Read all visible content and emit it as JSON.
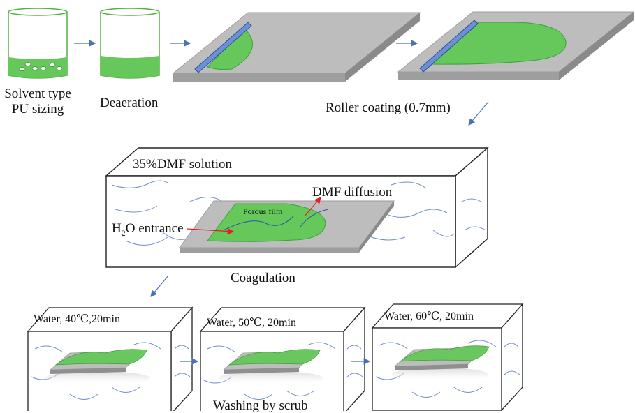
{
  "labels": {
    "solvent_line1": "Solvent type",
    "solvent_line2": "PU sizing",
    "deaeration": "Deaeration",
    "roller_coating": "Roller coating (0.7mm)",
    "dmf_solution": "35%DMF solution",
    "dmf_diffusion": "DMF diffusion",
    "porous_film": "Porous film",
    "h2o_h": "H",
    "h2o_sub": "2",
    "h2o_rest": "O entrance",
    "coagulation": "Coagulation",
    "wash1": "Water, 40℃,20min",
    "wash2": "Water, 50℃, 20min",
    "wash3": "Water, 60℃, 20min",
    "washing": "Washing by scrub"
  },
  "colors": {
    "film_green": "#66c85a",
    "film_stroke": "#3aa23a",
    "plate_top": "#bdbdbd",
    "plate_side": "#9a9a9a",
    "arrow_blue": "#4a72b8",
    "wave_blue": "#6f8fcf",
    "roller_blue": "#6d8fd6",
    "arrow_red": "#e02020"
  }
}
